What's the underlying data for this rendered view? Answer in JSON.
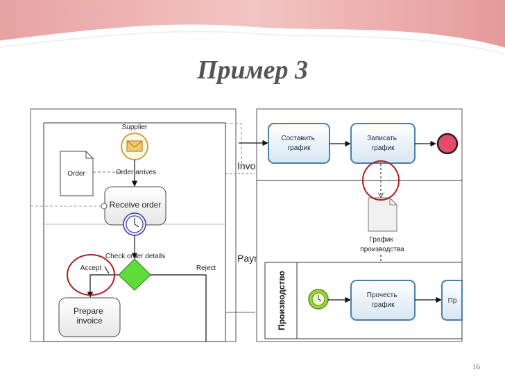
{
  "slide": {
    "title": "Пример 3",
    "page_number": "16"
  },
  "left_diagram": {
    "event_label": "Supplier",
    "message_label": "Order arrives",
    "data_object": "Order",
    "task_receive": "Receive order",
    "gateway_label": "Check order details",
    "accept_label": "Accept",
    "reject_label": "Reject",
    "task_prepare": "Prepare invoice",
    "msg_flow_1": "Invo",
    "msg_flow_2": "Paym"
  },
  "right_diagram": {
    "task_1": "Составить график",
    "task_2": "Записать график",
    "data_object": "График производства",
    "lane_label": "Производство",
    "task_3": "Прочесть график",
    "task_4_partial": "Пр"
  },
  "colors": {
    "title": "#555555",
    "task_fill": "#dcebf7",
    "task_stroke": "#4a7fa8",
    "end_event": "#e84a6a",
    "start_event": "#9ad636",
    "gateway": "#5fdc3a",
    "highlight": "#b01c1c",
    "envelope": "#f4c96a"
  }
}
